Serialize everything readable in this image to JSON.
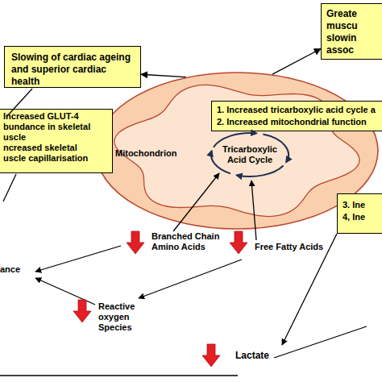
{
  "diagram": {
    "nodes": [
      {
        "text": [
          "Slowing of cardiac ageing and superior cardiac health"
        ]
      },
      {
        "text": [
          "Greate muscu slowin assoc"
        ]
      },
      {
        "text": [
          "Mitochondrion"
        ]
      },
      {
        "text": [
          "1. Increased tricarboxylic acid cycle a",
          "2. Increased mitochondrial function"
        ],
        "in": 2
      },
      {
        "text": [
          "Increased GLUT-4 bundance in skeletal uscle",
          "ncreased skeletal uscle capillarisation"
        ]
      },
      {
        "text": [
          "3. Ine",
          "4, Ine"
        ]
      }
    ],
    "edges": [
      {
        "from": 2,
        "to": 0,
        "arrow": "to"
      },
      {
        "from": 2,
        "to": 1,
        "arrow": "to"
      }
    ],
    "labels": [
      "Tricarboxylic Acid Cycle",
      "Branched Chain Amino Acids",
      "Free Fatty Acids",
      "ance",
      "Reactive oxygen Species",
      "Lactate"
    ]
  }
}
